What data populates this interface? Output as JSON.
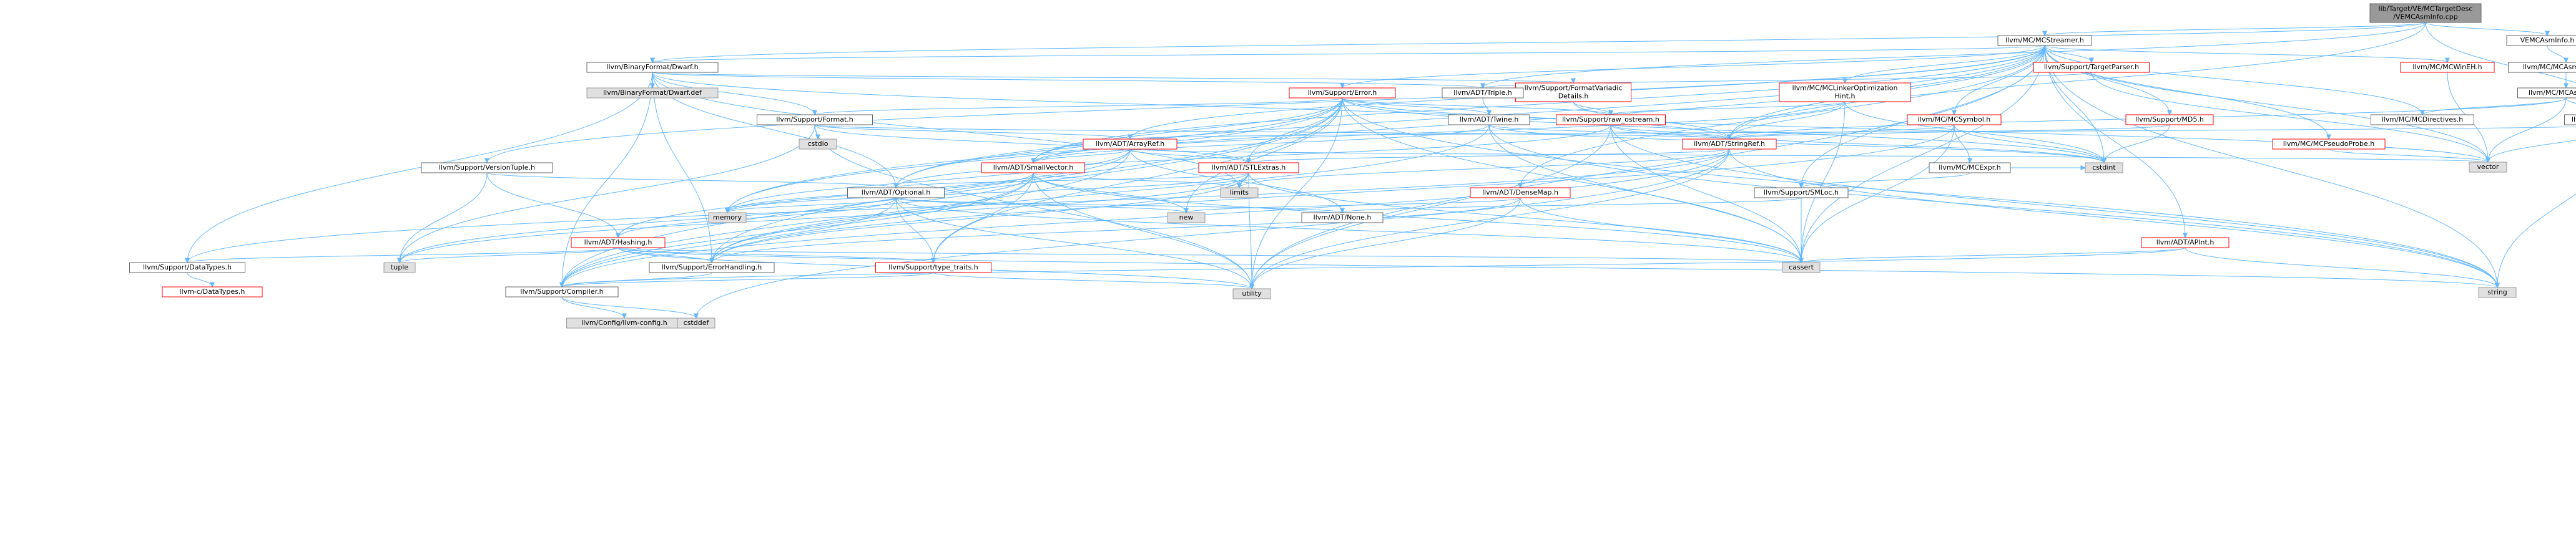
{
  "graph": {
    "nodes": [
      {
        "id": "root",
        "lines": [
          "lib/Target/VE/MCTargetDesc",
          "/VEMCAsmInfo.cpp"
        ],
        "kind": "root"
      },
      {
        "id": "mcstreamer",
        "lines": [
          "llvm/MC/MCStreamer.h"
        ],
        "kind": "file"
      },
      {
        "id": "veasminfo",
        "lines": [
          "VEMCAsmInfo.h"
        ],
        "kind": "file"
      },
      {
        "id": "bfdwarf",
        "lines": [
          "llvm/BinaryFormat/Dwarf.h"
        ],
        "kind": "file"
      },
      {
        "id": "targetparser",
        "lines": [
          "llvm/Support/TargetParser.h"
        ],
        "kind": "red"
      },
      {
        "id": "mcwineh",
        "lines": [
          "llvm/MC/MCWinEH.h"
        ],
        "kind": "red"
      },
      {
        "id": "asminfoelf",
        "lines": [
          "llvm/MC/MCAsmInfoELF.h"
        ],
        "kind": "file"
      },
      {
        "id": "dwarfdef",
        "lines": [
          "llvm/BinaryFormat/Dwarf.def"
        ],
        "kind": "gray"
      },
      {
        "id": "formatvariadic",
        "lines": [
          "llvm/Support/FormatVariadic",
          "Details.h"
        ],
        "kind": "red"
      },
      {
        "id": "error",
        "lines": [
          "llvm/Support/Error.h"
        ],
        "kind": "red"
      },
      {
        "id": "triple",
        "lines": [
          "llvm/ADT/Triple.h"
        ],
        "kind": "file"
      },
      {
        "id": "linkeropt",
        "lines": [
          "llvm/MC/MCLinkerOptimization",
          "Hint.h"
        ],
        "kind": "red"
      },
      {
        "id": "asminfo",
        "lines": [
          "llvm/MC/MCAsmInfo.h"
        ],
        "kind": "file"
      },
      {
        "id": "format",
        "lines": [
          "llvm/Support/Format.h"
        ],
        "kind": "file"
      },
      {
        "id": "twine",
        "lines": [
          "llvm/ADT/Twine.h"
        ],
        "kind": "file"
      },
      {
        "id": "rawostream",
        "lines": [
          "llvm/Support/raw_ostream.h"
        ],
        "kind": "red"
      },
      {
        "id": "mcsymbol",
        "lines": [
          "llvm/MC/MCSymbol.h"
        ],
        "kind": "red"
      },
      {
        "id": "md5",
        "lines": [
          "llvm/Support/MD5.h"
        ],
        "kind": "red"
      },
      {
        "id": "mcdirectives",
        "lines": [
          "llvm/MC/MCDirectives.h"
        ],
        "kind": "file"
      },
      {
        "id": "mctargetoptions",
        "lines": [
          "llvm/MC/MCTargetOptions.h"
        ],
        "kind": "file"
      },
      {
        "id": "cstdio",
        "lines": [
          "cstdio"
        ],
        "kind": "gray"
      },
      {
        "id": "arrayref",
        "lines": [
          "llvm/ADT/ArrayRef.h"
        ],
        "kind": "red"
      },
      {
        "id": "stringref",
        "lines": [
          "llvm/ADT/StringRef.h"
        ],
        "kind": "red"
      },
      {
        "id": "pseudoprobe",
        "lines": [
          "llvm/MC/MCPseudoProbe.h"
        ],
        "kind": "red"
      },
      {
        "id": "vector",
        "lines": [
          "vector"
        ],
        "kind": "gray"
      },
      {
        "id": "versiontuple",
        "lines": [
          "llvm/Support/VersionTuple.h"
        ],
        "kind": "file"
      },
      {
        "id": "smallvector",
        "lines": [
          "llvm/ADT/SmallVector.h"
        ],
        "kind": "red"
      },
      {
        "id": "stlextras",
        "lines": [
          "llvm/ADT/STLExtras.h"
        ],
        "kind": "red"
      },
      {
        "id": "mcexpr",
        "lines": [
          "llvm/MC/MCExpr.h"
        ],
        "kind": "file"
      },
      {
        "id": "cstdint",
        "lines": [
          "cstdint"
        ],
        "kind": "gray"
      },
      {
        "id": "optional",
        "lines": [
          "llvm/ADT/Optional.h"
        ],
        "kind": "file"
      },
      {
        "id": "limits",
        "lines": [
          "limits"
        ],
        "kind": "gray"
      },
      {
        "id": "densemap",
        "lines": [
          "llvm/ADT/DenseMap.h"
        ],
        "kind": "red"
      },
      {
        "id": "smloc",
        "lines": [
          "llvm/Support/SMLoc.h"
        ],
        "kind": "file"
      },
      {
        "id": "memory",
        "lines": [
          "memory"
        ],
        "kind": "gray"
      },
      {
        "id": "new",
        "lines": [
          "new"
        ],
        "kind": "gray"
      },
      {
        "id": "none",
        "lines": [
          "llvm/ADT/None.h"
        ],
        "kind": "file"
      },
      {
        "id": "hashing",
        "lines": [
          "llvm/ADT/Hashing.h"
        ],
        "kind": "red"
      },
      {
        "id": "apint",
        "lines": [
          "llvm/ADT/APInt.h"
        ],
        "kind": "red"
      },
      {
        "id": "tuple",
        "lines": [
          "tuple"
        ],
        "kind": "gray"
      },
      {
        "id": "datatypes",
        "lines": [
          "llvm/Support/DataTypes.h"
        ],
        "kind": "file"
      },
      {
        "id": "errorhandling",
        "lines": [
          "llvm/Support/ErrorHandling.h"
        ],
        "kind": "file"
      },
      {
        "id": "typetraits",
        "lines": [
          "llvm/Support/type_traits.h"
        ],
        "kind": "red"
      },
      {
        "id": "cassert",
        "lines": [
          "cassert"
        ],
        "kind": "gray"
      },
      {
        "id": "cdatatypes",
        "lines": [
          "llvm-c/DataTypes.h"
        ],
        "kind": "red"
      },
      {
        "id": "compiler",
        "lines": [
          "llvm/Support/Compiler.h"
        ],
        "kind": "file"
      },
      {
        "id": "utility",
        "lines": [
          "utility"
        ],
        "kind": "gray"
      },
      {
        "id": "string",
        "lines": [
          "string"
        ],
        "kind": "gray"
      },
      {
        "id": "llvmconfig",
        "lines": [
          "llvm/Config/llvm-config.h"
        ],
        "kind": "gray"
      },
      {
        "id": "cstddef",
        "lines": [
          "cstddef"
        ],
        "kind": "gray"
      }
    ],
    "edges": [
      [
        "root",
        "mcstreamer"
      ],
      [
        "root",
        "veasminfo"
      ],
      [
        "root",
        "bfdwarf"
      ],
      [
        "root",
        "triple"
      ],
      [
        "root",
        "mctargetoptions"
      ],
      [
        "root",
        "stringref"
      ],
      [
        "veasminfo",
        "asminfoelf"
      ],
      [
        "asminfoelf",
        "asminfo"
      ],
      [
        "asminfo",
        "mcdirectives"
      ],
      [
        "asminfo",
        "mctargetoptions"
      ],
      [
        "asminfo",
        "stringref"
      ],
      [
        "asminfo",
        "vector"
      ],
      [
        "mctargetoptions",
        "arrayref"
      ],
      [
        "mctargetoptions",
        "string"
      ],
      [
        "mctargetoptions",
        "vector"
      ],
      [
        "mcstreamer",
        "bfdwarf"
      ],
      [
        "mcstreamer",
        "targetparser"
      ],
      [
        "mcstreamer",
        "mcwineh"
      ],
      [
        "mcstreamer",
        "error"
      ],
      [
        "mcstreamer",
        "linkeropt"
      ],
      [
        "mcstreamer",
        "mcsymbol"
      ],
      [
        "mcstreamer",
        "md5"
      ],
      [
        "mcstreamer",
        "mcdirectives"
      ],
      [
        "mcstreamer",
        "pseudoprobe"
      ],
      [
        "mcstreamer",
        "arrayref"
      ],
      [
        "mcstreamer",
        "stringref"
      ],
      [
        "mcstreamer",
        "smallvector"
      ],
      [
        "mcstreamer",
        "optional"
      ],
      [
        "mcstreamer",
        "densemap"
      ],
      [
        "mcstreamer",
        "smloc"
      ],
      [
        "mcstreamer",
        "versiontuple"
      ],
      [
        "mcstreamer",
        "apint"
      ],
      [
        "mcstreamer",
        "cstdint"
      ],
      [
        "mcstreamer",
        "memory"
      ],
      [
        "mcstreamer",
        "string"
      ],
      [
        "mcstreamer",
        "utility"
      ],
      [
        "mcstreamer",
        "vector"
      ],
      [
        "mcstreamer",
        "cassert"
      ],
      [
        "bfdwarf",
        "dwarfdef"
      ],
      [
        "bfdwarf",
        "formatvariadic"
      ],
      [
        "bfdwarf",
        "triple"
      ],
      [
        "bfdwarf",
        "format"
      ],
      [
        "bfdwarf",
        "compiler"
      ],
      [
        "bfdwarf",
        "datatypes"
      ],
      [
        "bfdwarf",
        "errorhandling"
      ],
      [
        "bfdwarf",
        "stringref"
      ],
      [
        "bfdwarf",
        "optional"
      ],
      [
        "bfdwarf",
        "limits"
      ],
      [
        "targetparser",
        "triple"
      ],
      [
        "targetparser",
        "vector"
      ],
      [
        "mcwineh",
        "vector"
      ],
      [
        "formatvariadic",
        "rawostream"
      ],
      [
        "formatvariadic",
        "stringref"
      ],
      [
        "error",
        "format"
      ],
      [
        "error",
        "twine"
      ],
      [
        "error",
        "rawostream"
      ],
      [
        "error",
        "stlextras"
      ],
      [
        "error",
        "smallvector"
      ],
      [
        "error",
        "compiler"
      ],
      [
        "error",
        "errorhandling"
      ],
      [
        "error",
        "typetraits"
      ],
      [
        "error",
        "cassert"
      ],
      [
        "error",
        "cstdint"
      ],
      [
        "error",
        "memory"
      ],
      [
        "error",
        "new"
      ],
      [
        "error",
        "string"
      ],
      [
        "error",
        "utility"
      ],
      [
        "error",
        "vector"
      ],
      [
        "error",
        "optional"
      ],
      [
        "triple",
        "twine"
      ],
      [
        "linkeropt",
        "rawostream"
      ],
      [
        "linkeropt",
        "smallvector"
      ],
      [
        "linkeropt",
        "stringref"
      ],
      [
        "linkeropt",
        "cassert"
      ],
      [
        "linkeropt",
        "cstdint"
      ],
      [
        "format",
        "arrayref"
      ],
      [
        "format",
        "stringref"
      ],
      [
        "format",
        "cstdio"
      ],
      [
        "format",
        "tuple"
      ],
      [
        "format",
        "utility"
      ],
      [
        "format",
        "stlextras"
      ],
      [
        "twine",
        "smallvector"
      ],
      [
        "twine",
        "stringref"
      ],
      [
        "twine",
        "errorhandling"
      ],
      [
        "twine",
        "cassert"
      ],
      [
        "twine",
        "cstdint"
      ],
      [
        "twine",
        "string"
      ],
      [
        "rawostream",
        "stringref"
      ],
      [
        "rawostream",
        "optional"
      ],
      [
        "rawostream",
        "cassert"
      ],
      [
        "rawostream",
        "cstdint"
      ],
      [
        "rawostream",
        "string"
      ],
      [
        "rawostream",
        "utility"
      ],
      [
        "mcsymbol",
        "mcexpr"
      ],
      [
        "mcsymbol",
        "stringref"
      ],
      [
        "mcsymbol",
        "errorhandling"
      ],
      [
        "mcsymbol",
        "cassert"
      ],
      [
        "mcsymbol",
        "cstdint"
      ],
      [
        "md5",
        "stringref"
      ],
      [
        "md5",
        "cstdint"
      ],
      [
        "pseudoprobe",
        "vector"
      ],
      [
        "arrayref",
        "hashing"
      ],
      [
        "arrayref",
        "none"
      ],
      [
        "arrayref",
        "smallvector"
      ],
      [
        "arrayref",
        "stlextras"
      ],
      [
        "arrayref",
        "compiler"
      ],
      [
        "arrayref",
        "vector"
      ],
      [
        "arrayref",
        "memory"
      ],
      [
        "stringref",
        "stlextras"
      ],
      [
        "stringref",
        "compiler"
      ],
      [
        "stringref",
        "datatypes"
      ],
      [
        "stringref",
        "cstddef"
      ],
      [
        "stringref",
        "limits"
      ],
      [
        "stringref",
        "string"
      ],
      [
        "stringref",
        "utility"
      ],
      [
        "versiontuple",
        "hashing"
      ],
      [
        "versiontuple",
        "optional"
      ],
      [
        "versiontuple",
        "tuple"
      ],
      [
        "smallvector",
        "compiler"
      ],
      [
        "smallvector",
        "errorhandling"
      ],
      [
        "smallvector",
        "typetraits"
      ],
      [
        "smallvector",
        "cassert"
      ],
      [
        "smallvector",
        "limits"
      ],
      [
        "smallvector",
        "memory"
      ],
      [
        "smallvector",
        "new"
      ],
      [
        "smallvector",
        "utility"
      ],
      [
        "smallvector",
        "tuple"
      ],
      [
        "stlextras",
        "optional"
      ],
      [
        "stlextras",
        "errorhandling"
      ],
      [
        "stlextras",
        "cassert"
      ],
      [
        "stlextras",
        "limits"
      ],
      [
        "stlextras",
        "memory"
      ],
      [
        "stlextras",
        "utility"
      ],
      [
        "stlextras",
        "tuple"
      ],
      [
        "mcexpr",
        "smloc"
      ],
      [
        "mcexpr",
        "cstdint"
      ],
      [
        "optional",
        "hashing"
      ],
      [
        "optional",
        "none"
      ],
      [
        "optional",
        "compiler"
      ],
      [
        "optional",
        "typetraits"
      ],
      [
        "optional",
        "cassert"
      ],
      [
        "optional",
        "memory"
      ],
      [
        "optional",
        "new"
      ],
      [
        "optional",
        "utility"
      ],
      [
        "densemap",
        "errorhandling"
      ],
      [
        "densemap",
        "cassert"
      ],
      [
        "densemap",
        "utility"
      ],
      [
        "densemap",
        "new"
      ],
      [
        "smloc",
        "none"
      ],
      [
        "smloc",
        "cassert"
      ],
      [
        "hashing",
        "errorhandling"
      ],
      [
        "hashing",
        "datatypes"
      ],
      [
        "hashing",
        "typetraits"
      ],
      [
        "hashing",
        "cassert"
      ],
      [
        "hashing",
        "string"
      ],
      [
        "hashing",
        "tuple"
      ],
      [
        "hashing",
        "utility"
      ],
      [
        "apint",
        "compiler"
      ],
      [
        "apint",
        "cassert"
      ],
      [
        "apint",
        "string"
      ],
      [
        "datatypes",
        "cdatatypes"
      ],
      [
        "errorhandling",
        "compiler"
      ],
      [
        "typetraits",
        "compiler"
      ],
      [
        "typetraits",
        "utility"
      ],
      [
        "compiler",
        "llvmconfig"
      ],
      [
        "compiler",
        "cstddef"
      ]
    ]
  },
  "colors": {
    "edge": "#63b8ff",
    "file_border": "#666666",
    "file_fill": "#ffffff",
    "red_border": "#ff0000",
    "gray_fill": "#e0e0e0",
    "gray_border": "#999999",
    "root_fill": "#999999",
    "root_border": "#666666"
  }
}
